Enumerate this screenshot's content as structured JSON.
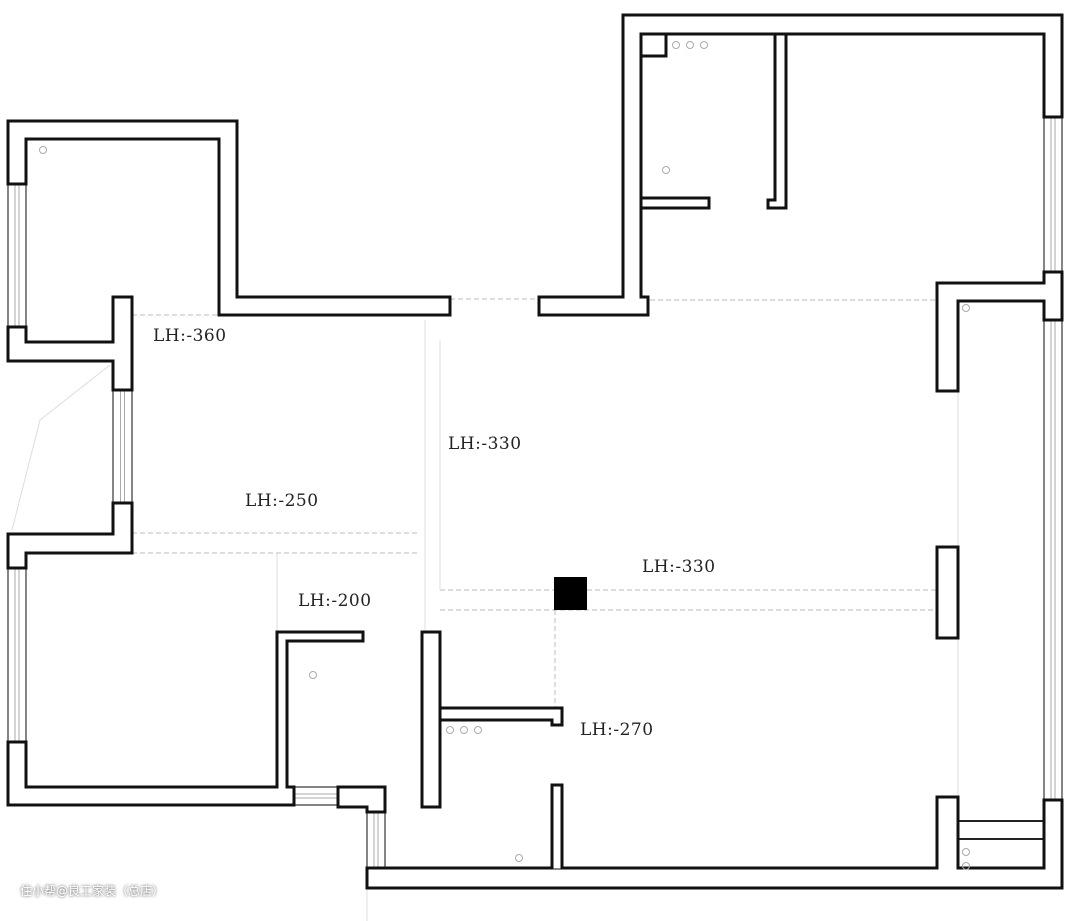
{
  "plan": {
    "ceiling_labels": [
      "LH:-360",
      "LH:-330",
      "LH:-250",
      "LH:-200",
      "LH:-330",
      "LH:-270"
    ],
    "watermark": "住小帮@良工家装（总店）"
  },
  "colors": {
    "wall": "#111111",
    "guide": "#bbbbbb",
    "column": "#000000"
  }
}
